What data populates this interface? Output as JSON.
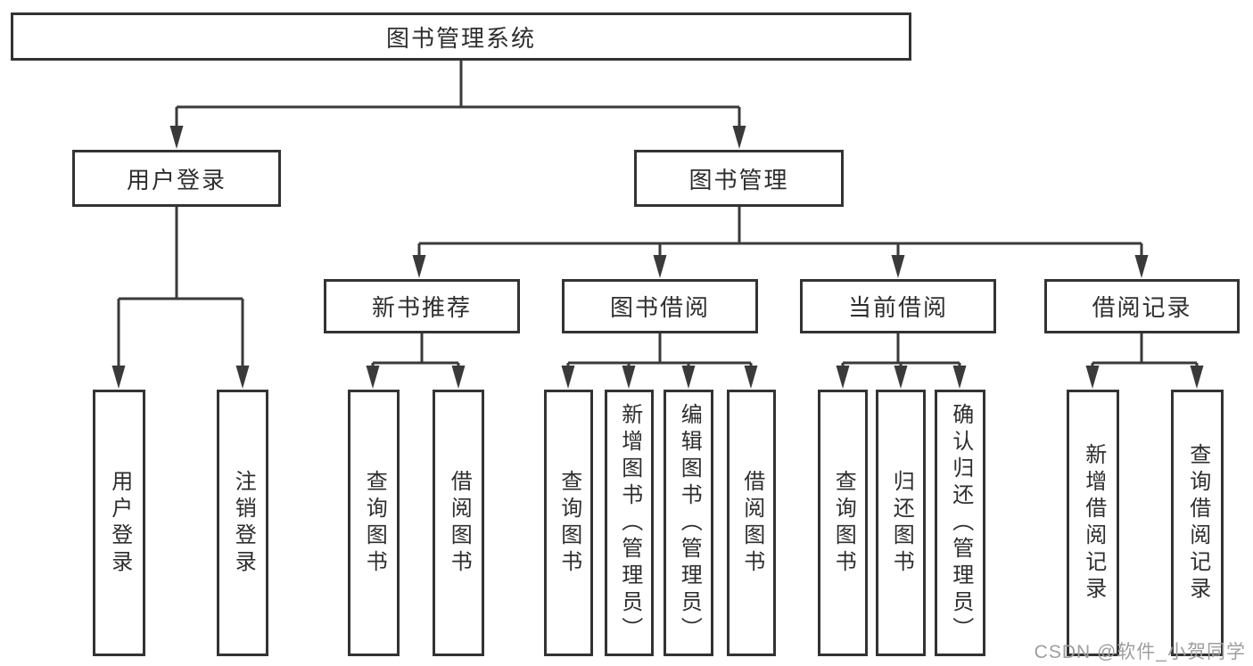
{
  "diagram": {
    "type": "hierarchy-tree",
    "title": "图书管理系统",
    "colors": {
      "box_border": "#333333",
      "line": "#3a3a3a",
      "text": "#2e2e2e",
      "watermark": "#9e9e9e",
      "background": "#ffffff"
    },
    "nodes": {
      "root": {
        "label": "图书管理系统"
      },
      "level2": [
        {
          "label": "用户登录"
        },
        {
          "label": "图书管理"
        }
      ],
      "level3": [
        {
          "label": "新书推荐",
          "parent": "图书管理"
        },
        {
          "label": "图书借阅",
          "parent": "图书管理"
        },
        {
          "label": "当前借阅",
          "parent": "图书管理"
        },
        {
          "label": "借阅记录",
          "parent": "图书管理"
        }
      ],
      "leaves": [
        {
          "label": "用户登录",
          "parent": "用户登录"
        },
        {
          "label": "注销登录",
          "parent": "用户登录"
        },
        {
          "label": "查询图书",
          "parent": "新书推荐"
        },
        {
          "label": "借阅图书",
          "parent": "新书推荐"
        },
        {
          "label": "查询图书",
          "parent": "图书借阅"
        },
        {
          "label": "新增图书（管理员）",
          "parent": "图书借阅"
        },
        {
          "label": "编辑图书（管理员）",
          "parent": "图书借阅"
        },
        {
          "label": "借阅图书",
          "parent": "图书借阅"
        },
        {
          "label": "查询图书",
          "parent": "当前借阅"
        },
        {
          "label": "归还图书",
          "parent": "当前借阅"
        },
        {
          "label": "确认归还（管理员）",
          "parent": "当前借阅"
        },
        {
          "label": "新增借阅记录",
          "parent": "借阅记录"
        },
        {
          "label": "查询借阅记录",
          "parent": "借阅记录"
        }
      ]
    },
    "watermark": "CSDN @软件_小贺同学"
  }
}
